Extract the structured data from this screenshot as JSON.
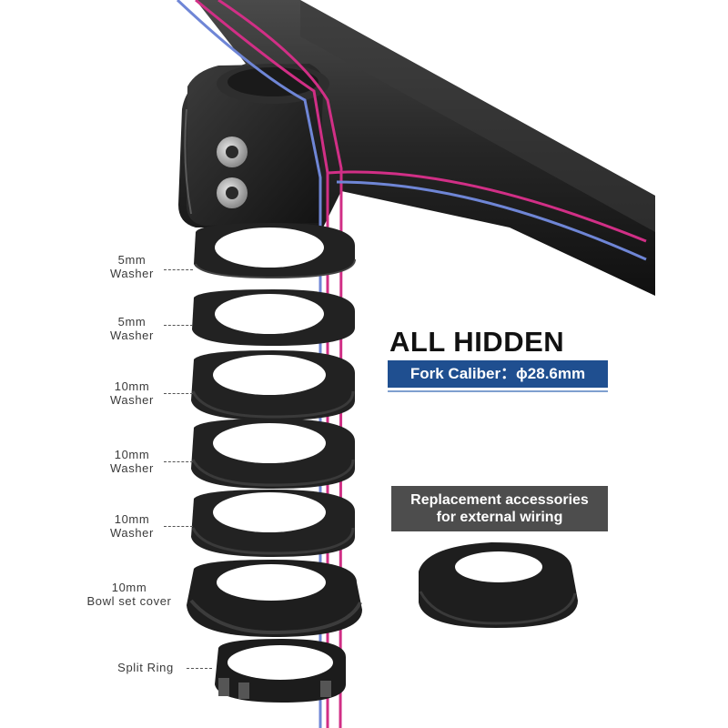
{
  "headline": "ALL HIDDEN",
  "fork_caliber": "Fork Caliber：ϕ28.6mm",
  "replacement_note": {
    "line1": "Replacement accessories",
    "line2": "for external wiring"
  },
  "parts": [
    {
      "line1": "5mm",
      "line2": "Washer"
    },
    {
      "line1": "5mm",
      "line2": "Washer"
    },
    {
      "line1": "10mm",
      "line2": "Washer"
    },
    {
      "line1": "10mm",
      "line2": "Washer"
    },
    {
      "line1": "10mm",
      "line2": "Washer"
    },
    {
      "line1": "10mm",
      "line2": "Bowl set cover"
    },
    {
      "line1": "Split Ring",
      "line2": ""
    }
  ],
  "colors": {
    "cable_pink": "#d12f86",
    "cable_blue": "#6f86d6",
    "part_black": "#252525",
    "banner_blue": "#1f4f90",
    "banner_gray": "#4d4d4d"
  }
}
